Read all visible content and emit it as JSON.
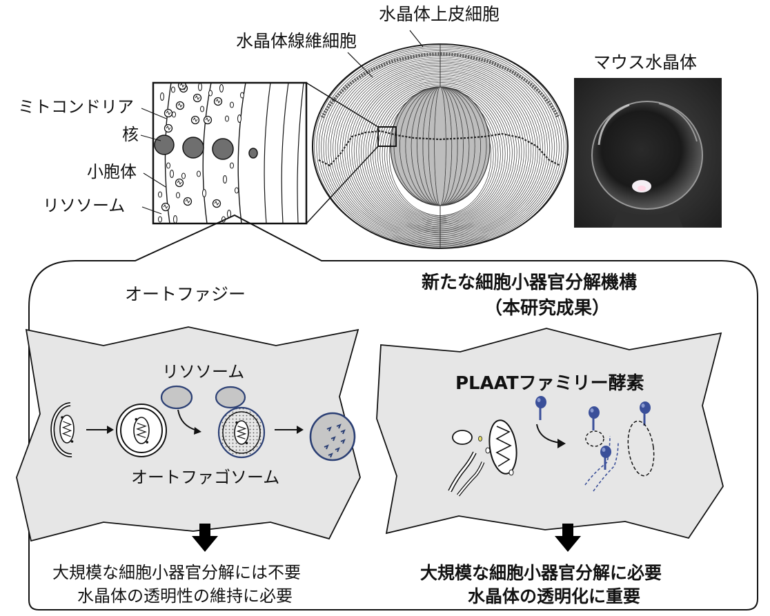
{
  "top": {
    "epithelial_label": "水晶体上皮細胞",
    "fiber_label": "水晶体線維細胞",
    "photo_label": "マウス水晶体",
    "mitochondria_label": "ミトコンドリア",
    "nucleus_label": "核",
    "vesicle_label": "小胞体",
    "lysosome_label": "リソソーム"
  },
  "left_panel": {
    "title": "オートファジー",
    "lysosome_label": "リソソーム",
    "autophagosome_label": "オートファゴソーム",
    "conclusion_line1": "大規模な細胞小器官分解には不要",
    "conclusion_line2": "水晶体の透明性の維持に必要"
  },
  "right_panel": {
    "title_line1": "新たな細胞小器官分解機構",
    "title_line2": "（本研究成果）",
    "enzyme_label": "PLAATファミリー酵素",
    "conclusion_line1": "大規模な細胞小器官分解に必要",
    "conclusion_line2": "水晶体の透明化に重要"
  },
  "colors": {
    "cell_fill": "#e6e6e6",
    "lysosome_fill": "#c6c6c6",
    "lysosome_stroke": "#2b3f74",
    "enzyme_blue": "#3a4f99",
    "nucleus_fill": "#6f6f6f",
    "lens_core_fill": "#bdbdbd"
  }
}
